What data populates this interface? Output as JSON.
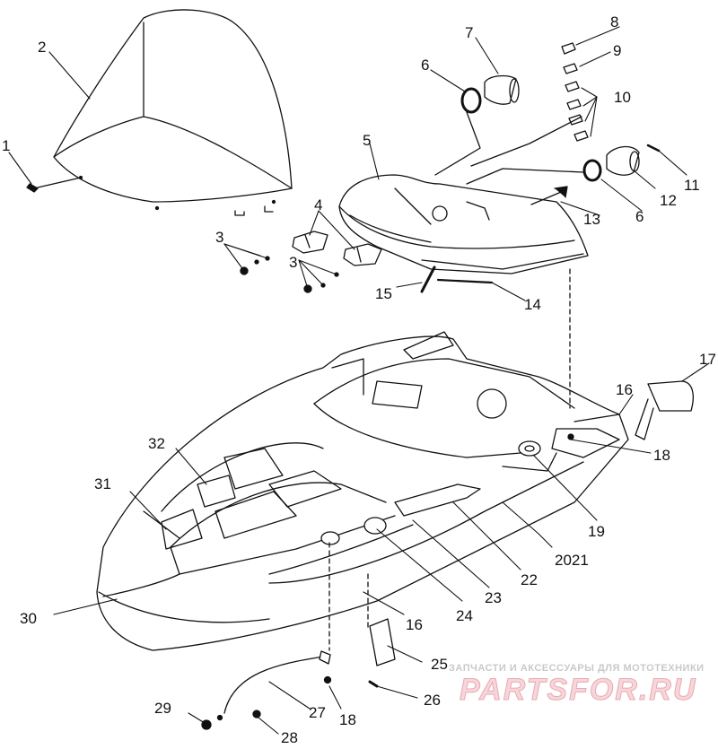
{
  "callouts": {
    "c1": "1",
    "c2": "2",
    "c3a": "3",
    "c3b": "3",
    "c4": "4",
    "c5": "5",
    "c6a": "6",
    "c6b": "6",
    "c7": "7",
    "c8": "8",
    "c9": "9",
    "c10": "10",
    "c11": "11",
    "c12": "12",
    "c13": "13",
    "c14": "14",
    "c15": "15",
    "c16a": "16",
    "c16b": "16",
    "c17": "17",
    "c18a": "18",
    "c18b": "18",
    "c19": "19",
    "c2021": "2021",
    "c22": "22",
    "c23": "23",
    "c24": "24",
    "c25": "25",
    "c26": "26",
    "c27": "27",
    "c28": "28",
    "c29": "29",
    "c30": "30",
    "c31": "31",
    "c32": "32"
  },
  "watermark": {
    "tagline": "ЗАПЧАСТИ И АКСЕССУАРЫ ДЛЯ МОТОТЕХНИКИ",
    "logo": "PARTSFOR.RU"
  }
}
